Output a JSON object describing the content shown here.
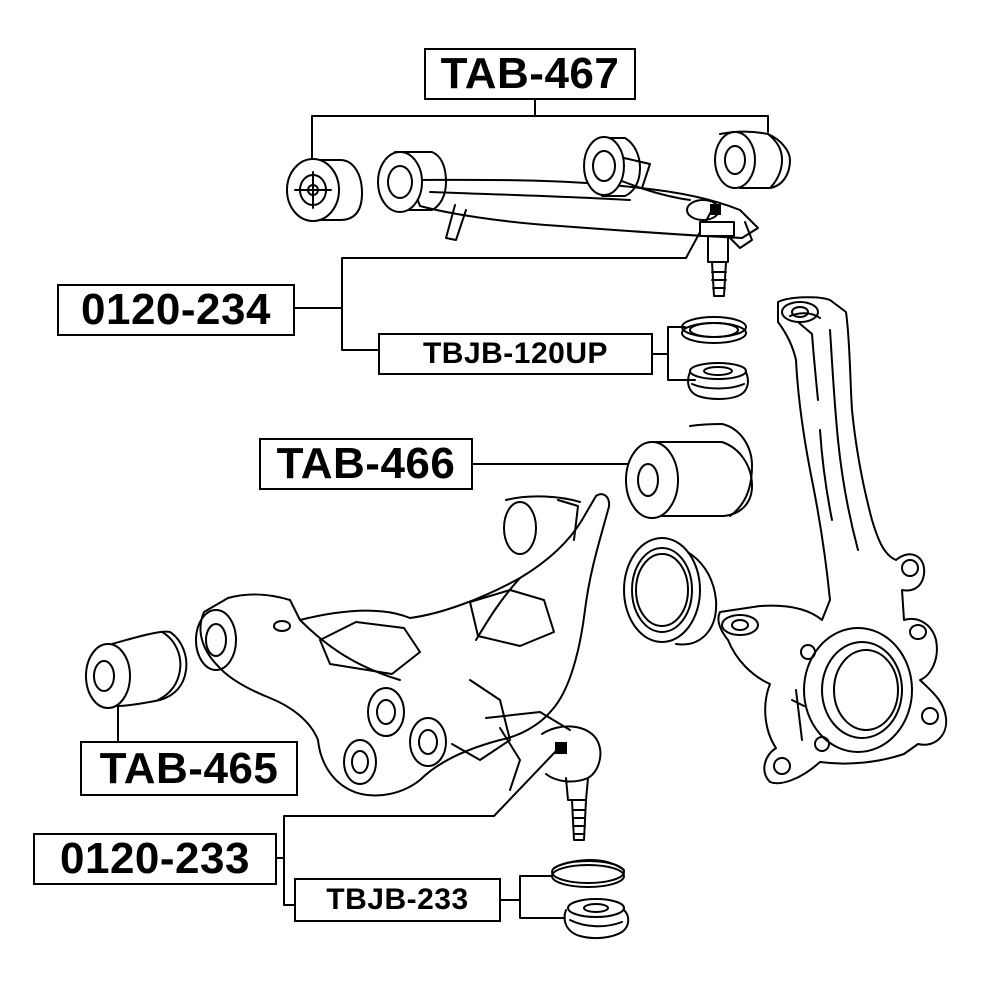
{
  "labels": {
    "tab_467": "TAB-467",
    "p0120_234": "0120-234",
    "tbjb_120up": "TBJB-120UP",
    "tab_466": "TAB-466",
    "tab_465": "TAB-465",
    "p0120_233": "0120-233",
    "tbjb_233": "TBJB-233"
  },
  "colors": {
    "line": "#000000",
    "background": "#ffffff"
  }
}
